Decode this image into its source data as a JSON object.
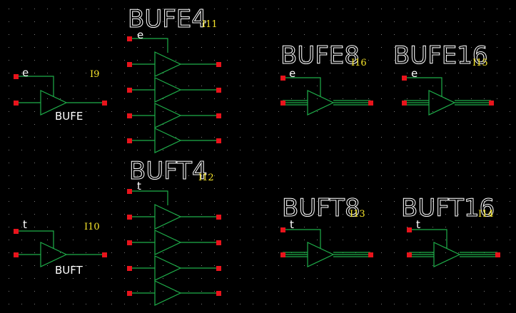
{
  "colors": {
    "background": "#000000",
    "wire": "#1fae4a",
    "pin": "#e8141c",
    "label": "#ffffff",
    "instance": "#f5e32a",
    "grid": "#7a7a7a"
  },
  "cells": {
    "bufe": {
      "enable": "e",
      "type": "BUFE",
      "instance": "I9"
    },
    "bufe4": {
      "enable": "e",
      "type": "BUFE4",
      "instance": "I11"
    },
    "bufe8": {
      "enable": "e",
      "type": "BUFE8",
      "instance": "I16"
    },
    "bufe16": {
      "enable": "e",
      "type": "BUFE16",
      "instance": "I15"
    },
    "buft": {
      "enable": "t",
      "type": "BUFT",
      "instance": "I10"
    },
    "buft4": {
      "enable": "t",
      "type": "BUFT4",
      "instance": "I12"
    },
    "buft8": {
      "enable": "t",
      "type": "BUFT8",
      "instance": "I13"
    },
    "buft16": {
      "enable": "t",
      "type": "BUFT16",
      "instance": "I14"
    }
  }
}
